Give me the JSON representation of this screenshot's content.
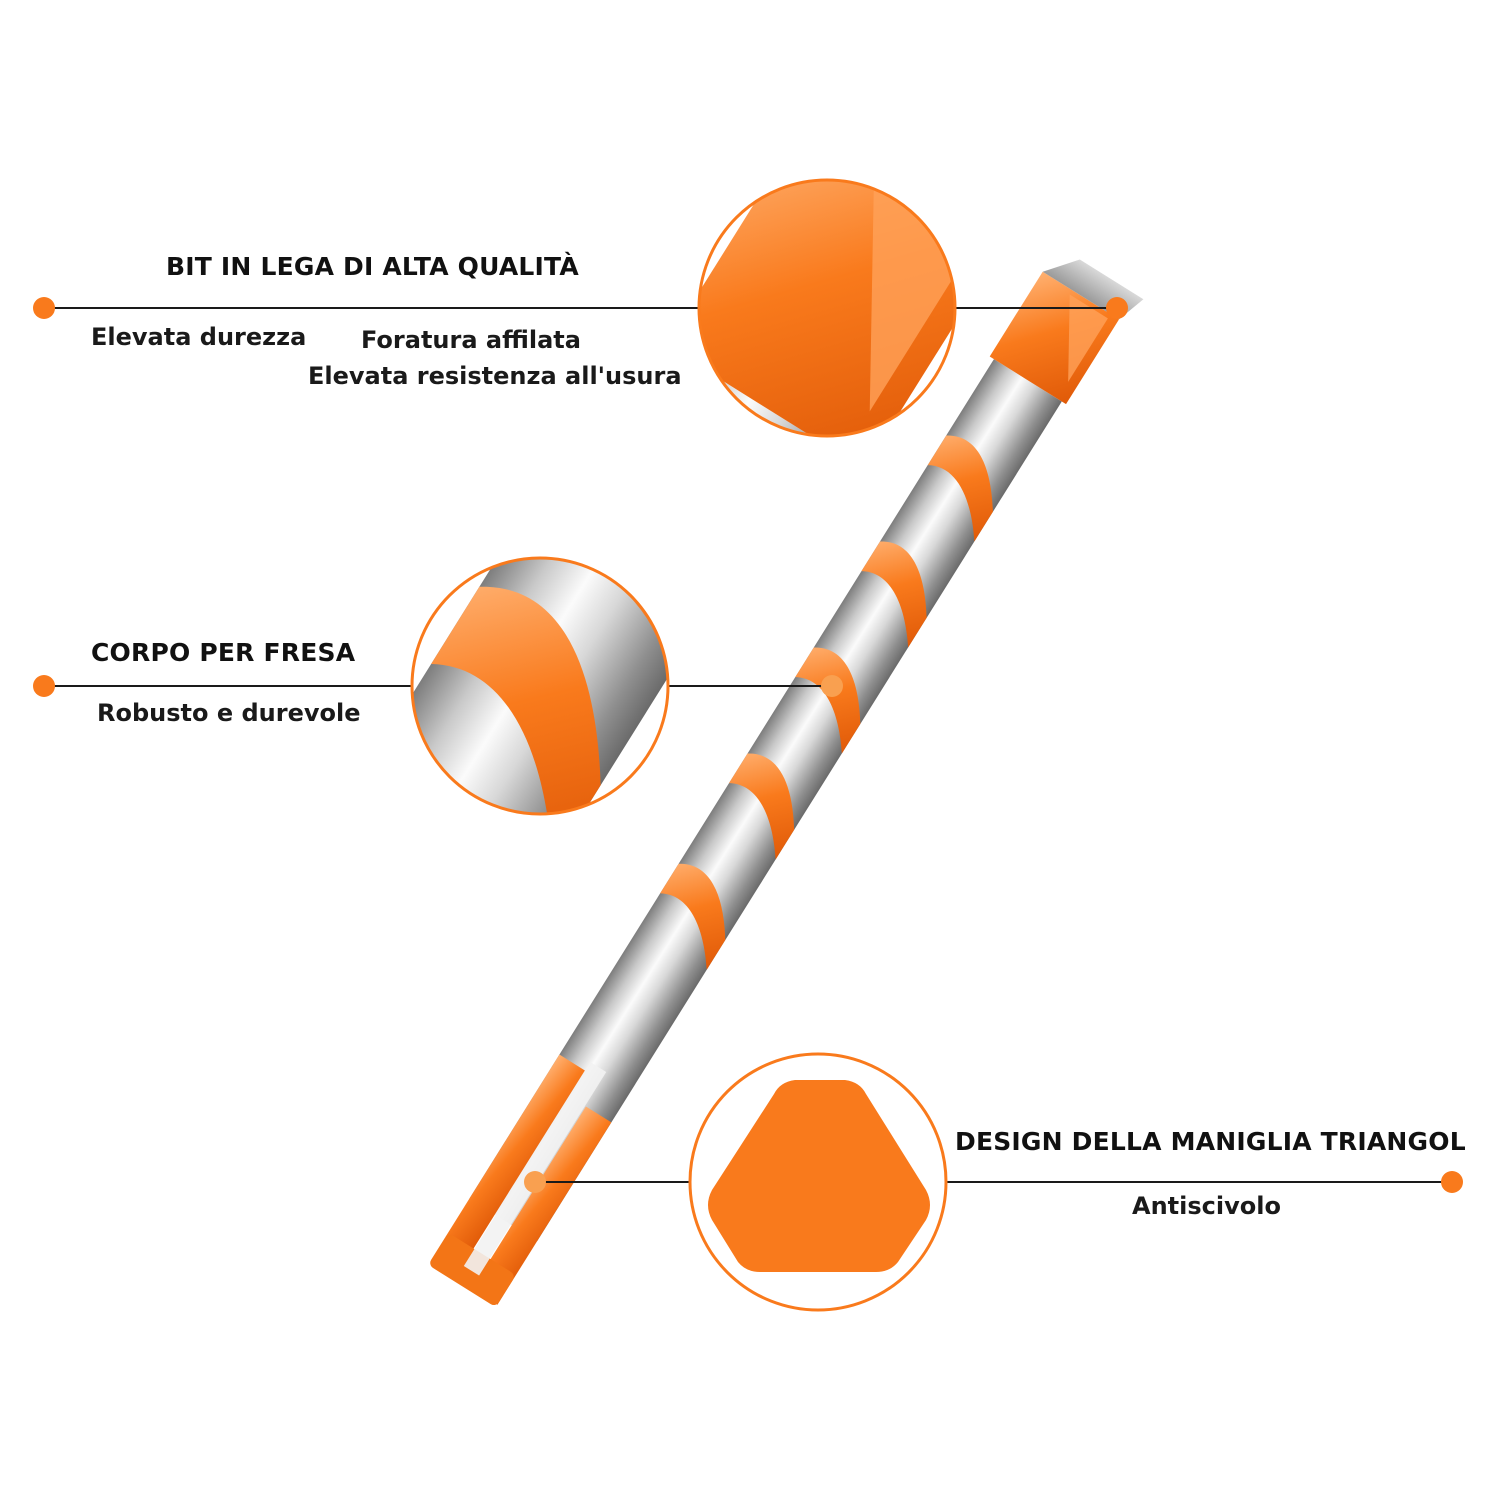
{
  "colors": {
    "accent": "#f97a1c",
    "accent_dark": "#e25d0a",
    "steel_light": "#f4f4f4",
    "steel_mid": "#b9b9b9",
    "steel_dark": "#6e6e6e",
    "line": "#1a1a1a"
  },
  "callouts": {
    "bit": {
      "title": "BIT IN LEGA DI ALTA QUALITÀ",
      "feature_1": "Elevata durezza",
      "feature_2": "Foratura affilata",
      "feature_3": "Elevata resistenza all'usura"
    },
    "body": {
      "title": "CORPO PER FRESA",
      "feature_1": "Robusto e durevole"
    },
    "handle": {
      "title": "DESIGN DELLA MANIGLIA TRIANGOL",
      "feature_1": "Antiscivolo"
    }
  }
}
